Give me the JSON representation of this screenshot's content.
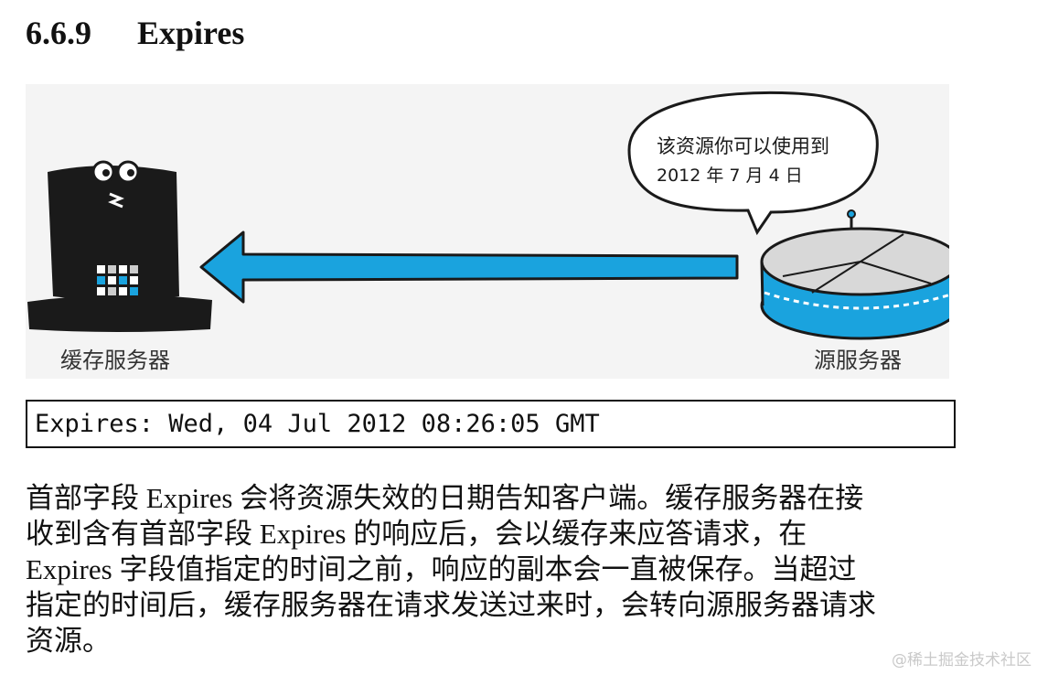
{
  "heading": {
    "number": "6.6.9",
    "title": "Expires"
  },
  "figure": {
    "speech_line1": "该资源你可以使用到",
    "speech_line2": "2012 年 7 月 4 日",
    "cache_server_label": "缓存服务器",
    "origin_server_label": "源服务器",
    "colors": {
      "arrow": "#1aa3de",
      "hat": "#1a1a1a",
      "background": "#f4f4f4",
      "server_band": "#1aa3de"
    }
  },
  "code": "Expires: Wed, 04 Jul 2012 08:26:05 GMT",
  "paragraph_lines": [
    "首部字段 Expires 会将资源失效的日期告知客户端。缓存服务器在接",
    "收到含有首部字段 Expires 的响应后，会以缓存来应答请求，在",
    "Expires 字段值指定的时间之前，响应的副本会一直被保存。当超过",
    "指定的时间后，缓存服务器在请求发送过来时，会转向源服务器请求",
    "资源。"
  ],
  "watermark": "@稀土掘金技术社区"
}
